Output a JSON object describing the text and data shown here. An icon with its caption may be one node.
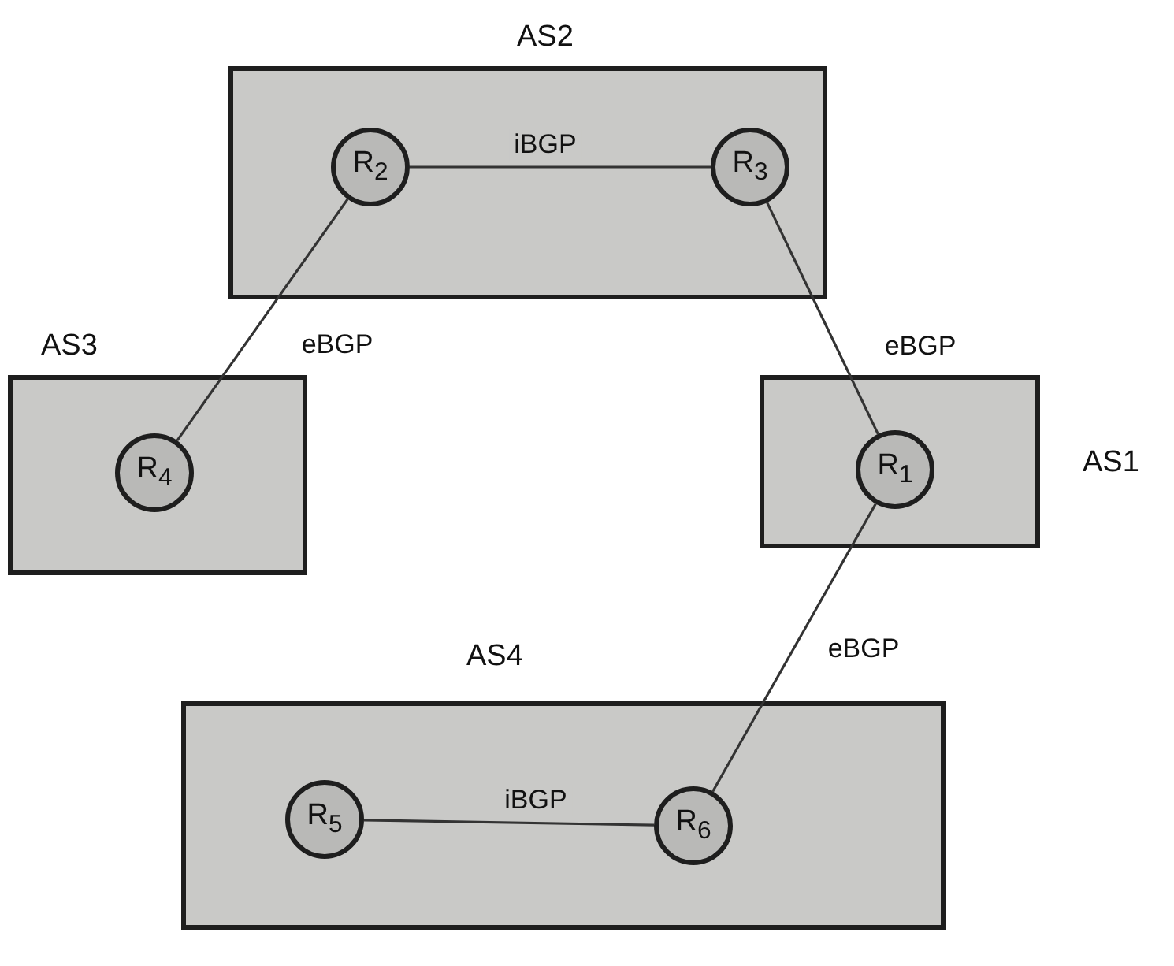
{
  "diagram": {
    "nodes": [
      {
        "text": [
          "AS2"
        ]
      },
      {
        "text": [
          "R$_{2}$"
        ],
        "in": 0
      },
      {
        "text": [
          "R$_{3}$"
        ],
        "in": 0
      },
      {
        "text": [
          "AS3"
        ]
      },
      {
        "text": [
          "R$_{4}$"
        ],
        "in": 3
      },
      {
        "text": [
          "AS1"
        ]
      },
      {
        "text": [
          "R$_{1}$"
        ],
        "in": 5
      },
      {
        "text": [
          "AS4"
        ]
      },
      {
        "text": [
          "R$_{5}$"
        ],
        "in": 7
      },
      {
        "text": [
          "R$_{6}$"
        ],
        "in": 7
      }
    ],
    "edges": [
      {
        "from": 1,
        "to": 2,
        "arrow": "none",
        "label": "iBGP"
      },
      {
        "from": 1,
        "to": 4,
        "arrow": "none",
        "label": "eBGP"
      },
      {
        "from": 2,
        "to": 6,
        "arrow": "none",
        "label": "eBGP"
      },
      {
        "from": 6,
        "to": 9,
        "arrow": "none",
        "label": "eBGP"
      },
      {
        "from": 8,
        "to": 9,
        "arrow": "none",
        "label": "iBGP"
      }
    ]
  }
}
